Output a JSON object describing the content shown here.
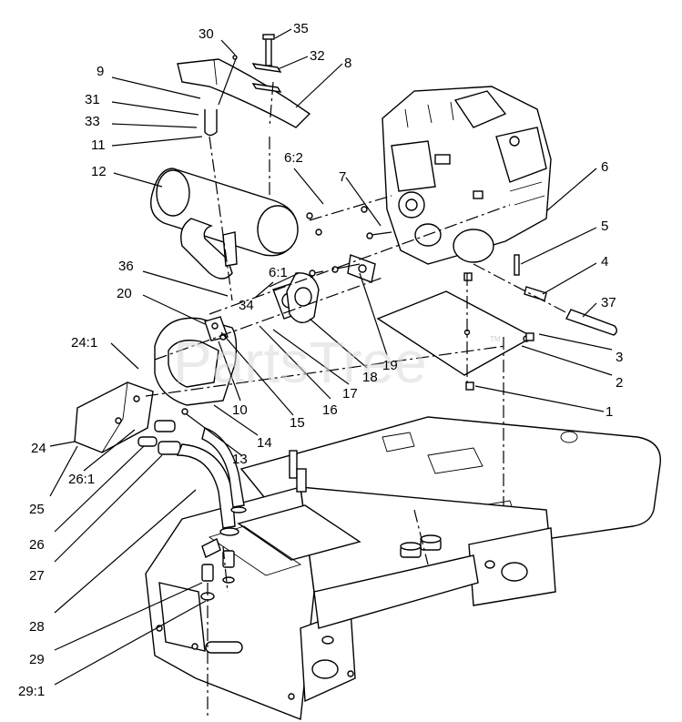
{
  "watermark": {
    "text": "PartsTree",
    "trademark": "TM"
  },
  "callouts": [
    {
      "id": "c-30",
      "text": "30"
    },
    {
      "id": "c-35",
      "text": "35"
    },
    {
      "id": "c-32",
      "text": "32"
    },
    {
      "id": "c-8",
      "text": "8"
    },
    {
      "id": "c-9",
      "text": "9"
    },
    {
      "id": "c-31",
      "text": "31"
    },
    {
      "id": "c-33",
      "text": "33"
    },
    {
      "id": "c-11",
      "text": "11"
    },
    {
      "id": "c-12",
      "text": "12"
    },
    {
      "id": "c-6-2",
      "text": "6:2"
    },
    {
      "id": "c-7",
      "text": "7"
    },
    {
      "id": "c-6",
      "text": "6"
    },
    {
      "id": "c-5",
      "text": "5"
    },
    {
      "id": "c-4",
      "text": "4"
    },
    {
      "id": "c-37",
      "text": "37"
    },
    {
      "id": "c-36",
      "text": "36"
    },
    {
      "id": "c-6-1",
      "text": "6:1"
    },
    {
      "id": "c-34",
      "text": "34"
    },
    {
      "id": "c-20",
      "text": "20"
    },
    {
      "id": "c-3",
      "text": "3"
    },
    {
      "id": "c-2",
      "text": "2"
    },
    {
      "id": "c-24-1",
      "text": "24:1"
    },
    {
      "id": "c-19",
      "text": "19"
    },
    {
      "id": "c-18",
      "text": "18"
    },
    {
      "id": "c-17",
      "text": "17"
    },
    {
      "id": "c-16",
      "text": "16"
    },
    {
      "id": "c-10",
      "text": "10"
    },
    {
      "id": "c-15",
      "text": "15"
    },
    {
      "id": "c-1",
      "text": "1"
    },
    {
      "id": "c-14",
      "text": "14"
    },
    {
      "id": "c-13",
      "text": "13"
    },
    {
      "id": "c-24",
      "text": "24"
    },
    {
      "id": "c-26-1",
      "text": "26:1"
    },
    {
      "id": "c-25",
      "text": "25"
    },
    {
      "id": "c-26",
      "text": "26"
    },
    {
      "id": "c-27",
      "text": "27"
    },
    {
      "id": "c-28",
      "text": "28"
    },
    {
      "id": "c-29",
      "text": "29"
    },
    {
      "id": "c-29-1",
      "text": "29:1"
    }
  ]
}
